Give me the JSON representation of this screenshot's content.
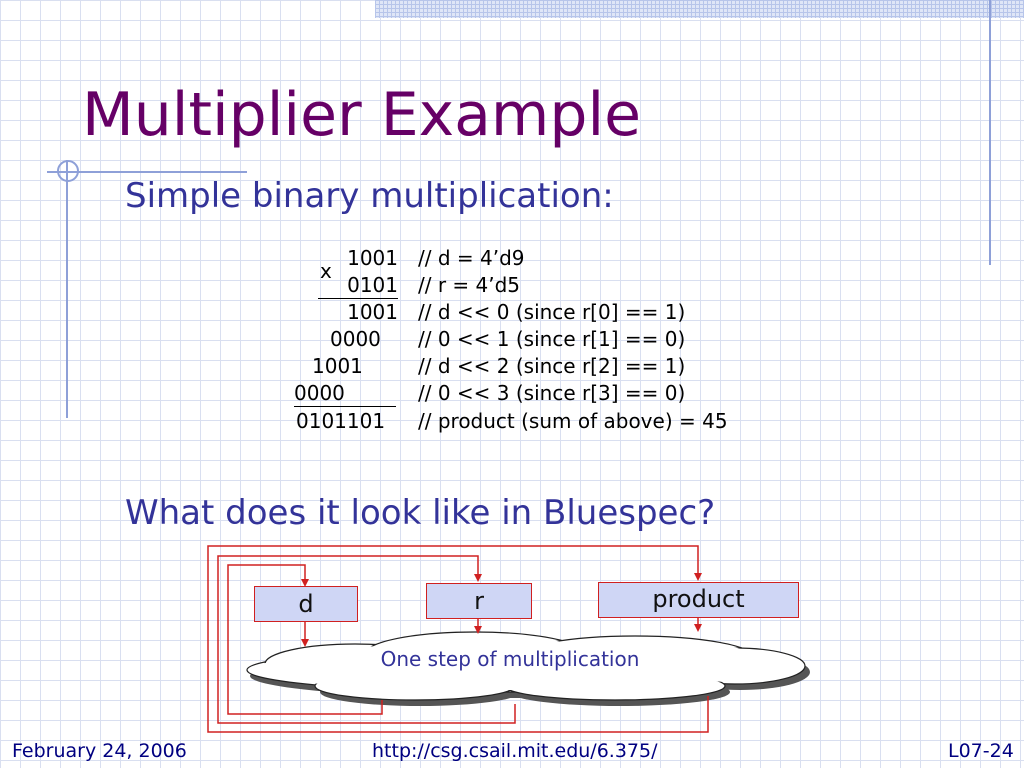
{
  "slide": {
    "title": "Multiplier Example",
    "bullet1": "Simple binary multiplication:",
    "bullet2": "What does it look like in Bluespec?"
  },
  "multiplication": {
    "times": "x",
    "d": "1001",
    "r": "0101",
    "p0": "1001",
    "p1": "0000",
    "p2": "1001",
    "p3": "0000",
    "result": "0101101"
  },
  "comments": [
    "// d = 4’d9",
    "// r  = 4’d5",
    "// d << 0 (since r[0] == 1)",
    "// 0 << 1 (since r[1] == 0)",
    "// d << 2 (since r[2] == 1)",
    "// 0 << 3 (since r[3] == 0)",
    "// product (sum of above) = 45"
  ],
  "diagram": {
    "reg_d": "d",
    "reg_r": "r",
    "reg_product": "product",
    "cloud_label": "One step of multiplication",
    "colors": {
      "wire": "#d02020",
      "reg_fill": "#cfd6f5",
      "cloud_shadow": "#555555"
    }
  },
  "footer": {
    "date": "February 24, 2006",
    "url": "http://csg.csail.mit.edu/6.375/",
    "page": "L07-24"
  }
}
